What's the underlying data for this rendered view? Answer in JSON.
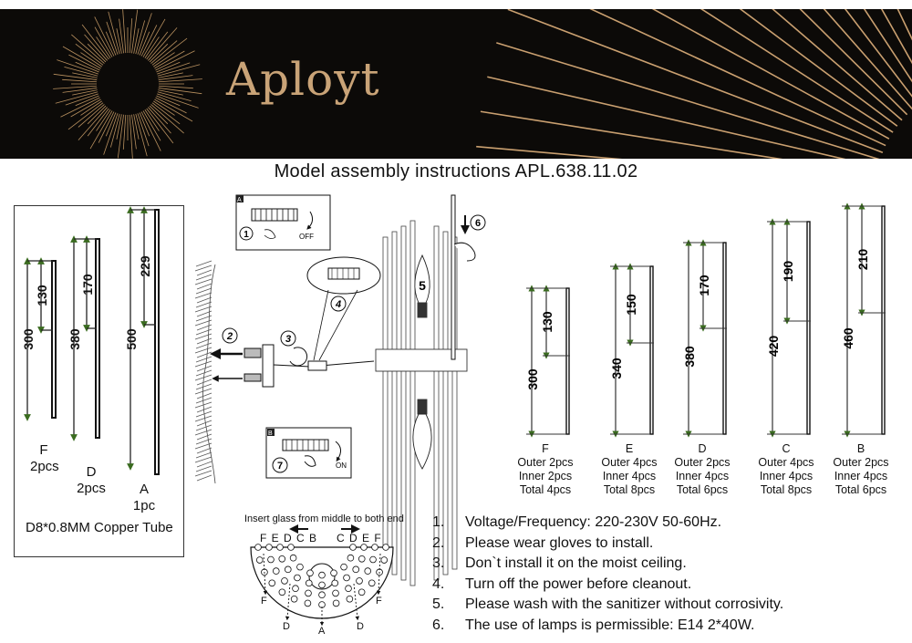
{
  "banner": {
    "brand": "Aployt"
  },
  "title": "Model assembly  instructions APL.638.11.02",
  "tubes_box": {
    "tubes": [
      {
        "letter": "F",
        "qty": "2pcs",
        "length": "300",
        "part": "130"
      },
      {
        "letter": "D",
        "qty": "2pcs",
        "length": "380",
        "part": "170"
      },
      {
        "letter": "A",
        "qty": "1pc",
        "length": "500",
        "part": "229"
      }
    ],
    "note": "D8*0.8MM Copper Tube"
  },
  "glass": [
    {
      "letter": "F",
      "outer": "Outer 2pcs",
      "inner": "Inner 2pcs",
      "total": "Total 4pcs",
      "length": "300",
      "part": "130"
    },
    {
      "letter": "E",
      "outer": "Outer 4pcs",
      "inner": "Inner 4pcs",
      "total": "Total 8pcs",
      "length": "340",
      "part": "150"
    },
    {
      "letter": "D",
      "outer": "Outer 2pcs",
      "inner": "Inner 4pcs",
      "total": "Total 6pcs",
      "length": "380",
      "part": "170"
    },
    {
      "letter": "C",
      "outer": "Outer 4pcs",
      "inner": "Inner 4pcs",
      "total": "Total 8pcs",
      "length": "420",
      "part": "190"
    },
    {
      "letter": "B",
      "outer": "Outer 2pcs",
      "inner": "Inner 4pcs",
      "total": "Total 6pcs",
      "length": "460",
      "part": "210"
    }
  ],
  "steps": {
    "s1": "1",
    "s2": "2",
    "s3": "3",
    "s4": "4",
    "s5": "5",
    "s6": "6",
    "s7": "7",
    "off": "OFF",
    "on": "ON",
    "a": "A",
    "b": "B"
  },
  "insert": {
    "note": "Insert glass from middle to both end",
    "left": "F E D C  B",
    "right": "C D E F",
    "arrows": [
      "F",
      "D",
      "A",
      "D",
      "F"
    ]
  },
  "rules": [
    {
      "n": "1.",
      "text": "Voltage/Frequency: 220-230V 50-60Hz."
    },
    {
      "n": "2.",
      "text": "Please wear gloves to install."
    },
    {
      "n": "3.",
      "text": "Don`t install it on the moist ceiling."
    },
    {
      "n": "4.",
      "text": "Turn off the power before cleanout."
    },
    {
      "n": "5.",
      "text": "Please wash with the sanitizer without corrosivity."
    },
    {
      "n": "6.",
      "text": "The use of lamps is permissible: E14 2*40W."
    }
  ]
}
